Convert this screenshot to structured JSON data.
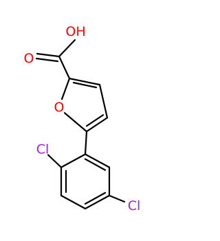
{
  "molecule": {
    "atoms": {
      "hydroxyl": "OH",
      "carbonyl_oxygen": "O",
      "ring_oxygen": "O",
      "chlorine_2": "Cl",
      "chlorine_5": "Cl"
    },
    "colors": {
      "oxygen": "#ff0000",
      "chlorine": "#a020f0",
      "bond": "#000000",
      "background": "#ffffff"
    }
  }
}
